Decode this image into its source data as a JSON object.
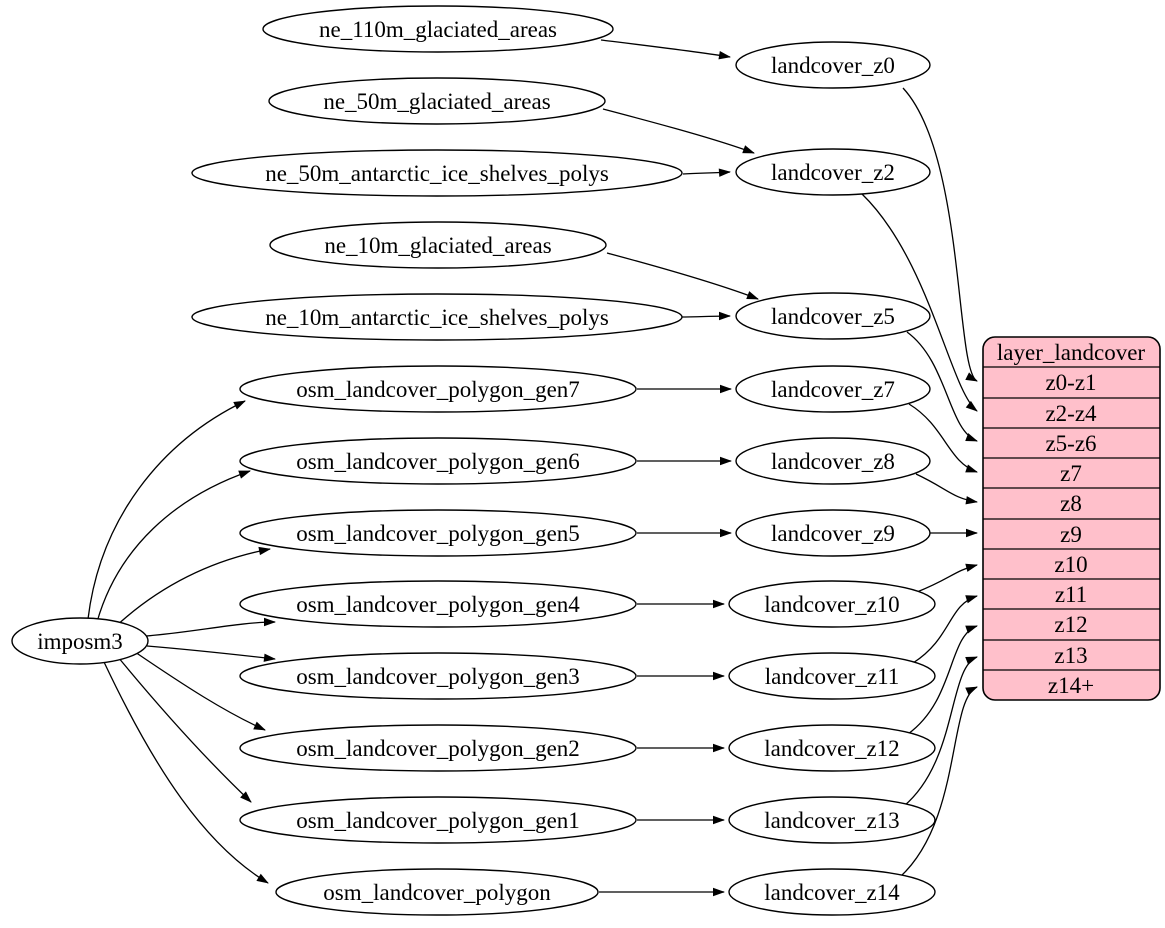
{
  "diagram": {
    "colors": {
      "layer_fill": "#FFC0CB",
      "node_fill": "#FFFFFF",
      "stroke": "#000000",
      "background": "#FFFFFF"
    },
    "imposm3": {
      "label": "imposm3"
    },
    "sources": [
      {
        "label": "ne_110m_glaciated_areas"
      },
      {
        "label": "ne_50m_glaciated_areas"
      },
      {
        "label": "ne_50m_antarctic_ice_shelves_polys"
      },
      {
        "label": "ne_10m_glaciated_areas"
      },
      {
        "label": "ne_10m_antarctic_ice_shelves_polys"
      },
      {
        "label": "osm_landcover_polygon_gen7"
      },
      {
        "label": "osm_landcover_polygon_gen6"
      },
      {
        "label": "osm_landcover_polygon_gen5"
      },
      {
        "label": "osm_landcover_polygon_gen4"
      },
      {
        "label": "osm_landcover_polygon_gen3"
      },
      {
        "label": "osm_landcover_polygon_gen2"
      },
      {
        "label": "osm_landcover_polygon_gen1"
      },
      {
        "label": "osm_landcover_polygon"
      }
    ],
    "transforms": [
      {
        "label": "landcover_z0"
      },
      {
        "label": "landcover_z2"
      },
      {
        "label": "landcover_z5"
      },
      {
        "label": "landcover_z7"
      },
      {
        "label": "landcover_z8"
      },
      {
        "label": "landcover_z9"
      },
      {
        "label": "landcover_z10"
      },
      {
        "label": "landcover_z11"
      },
      {
        "label": "landcover_z12"
      },
      {
        "label": "landcover_z13"
      },
      {
        "label": "landcover_z14"
      }
    ],
    "layer": {
      "title": "layer_landcover",
      "rows": [
        "z0-z1",
        "z2-z4",
        "z5-z6",
        "z7",
        "z8",
        "z9",
        "z10",
        "z11",
        "z12",
        "z13",
        "z14+"
      ]
    },
    "edges": [
      {
        "from": "imposm3",
        "to": "osm_landcover_polygon_gen7"
      },
      {
        "from": "imposm3",
        "to": "osm_landcover_polygon_gen6"
      },
      {
        "from": "imposm3",
        "to": "osm_landcover_polygon_gen5"
      },
      {
        "from": "imposm3",
        "to": "osm_landcover_polygon_gen4"
      },
      {
        "from": "imposm3",
        "to": "osm_landcover_polygon_gen3"
      },
      {
        "from": "imposm3",
        "to": "osm_landcover_polygon_gen2"
      },
      {
        "from": "imposm3",
        "to": "osm_landcover_polygon_gen1"
      },
      {
        "from": "imposm3",
        "to": "osm_landcover_polygon"
      },
      {
        "from": "ne_110m_glaciated_areas",
        "to": "landcover_z0"
      },
      {
        "from": "ne_50m_glaciated_areas",
        "to": "landcover_z2"
      },
      {
        "from": "ne_50m_antarctic_ice_shelves_polys",
        "to": "landcover_z2"
      },
      {
        "from": "ne_10m_glaciated_areas",
        "to": "landcover_z5"
      },
      {
        "from": "ne_10m_antarctic_ice_shelves_polys",
        "to": "landcover_z5"
      },
      {
        "from": "osm_landcover_polygon_gen7",
        "to": "landcover_z7"
      },
      {
        "from": "osm_landcover_polygon_gen6",
        "to": "landcover_z8"
      },
      {
        "from": "osm_landcover_polygon_gen5",
        "to": "landcover_z9"
      },
      {
        "from": "osm_landcover_polygon_gen4",
        "to": "landcover_z10"
      },
      {
        "from": "osm_landcover_polygon_gen3",
        "to": "landcover_z11"
      },
      {
        "from": "osm_landcover_polygon_gen2",
        "to": "landcover_z12"
      },
      {
        "from": "osm_landcover_polygon_gen1",
        "to": "landcover_z13"
      },
      {
        "from": "osm_landcover_polygon",
        "to": "landcover_z14"
      },
      {
        "from": "landcover_z0",
        "to": "layer_landcover:z0-z1"
      },
      {
        "from": "landcover_z2",
        "to": "layer_landcover:z2-z4"
      },
      {
        "from": "landcover_z5",
        "to": "layer_landcover:z5-z6"
      },
      {
        "from": "landcover_z7",
        "to": "layer_landcover:z7"
      },
      {
        "from": "landcover_z8",
        "to": "layer_landcover:z8"
      },
      {
        "from": "landcover_z9",
        "to": "layer_landcover:z9"
      },
      {
        "from": "landcover_z10",
        "to": "layer_landcover:z10"
      },
      {
        "from": "landcover_z11",
        "to": "layer_landcover:z11"
      },
      {
        "from": "landcover_z12",
        "to": "layer_landcover:z12"
      },
      {
        "from": "landcover_z13",
        "to": "layer_landcover:z13"
      },
      {
        "from": "landcover_z14",
        "to": "layer_landcover:z14+"
      }
    ]
  }
}
